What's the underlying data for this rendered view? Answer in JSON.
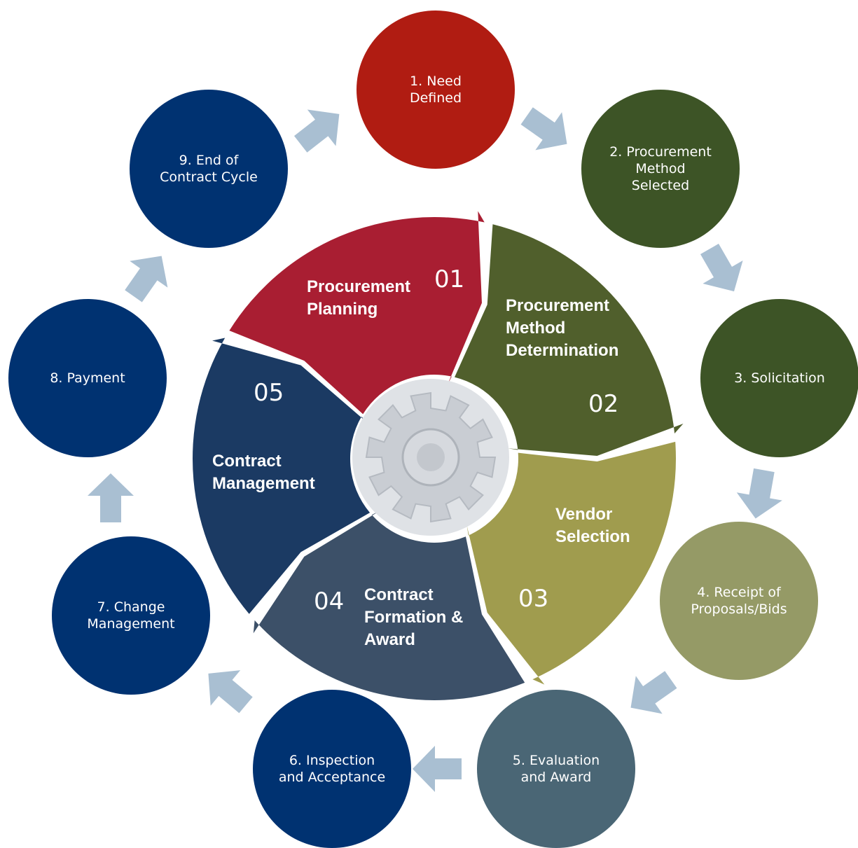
{
  "colors": {
    "red": "#b01c12",
    "dark_green": "#3d5426",
    "olive": "#959a66",
    "slate": "#4a6675",
    "navy": "#003271",
    "arrow": "#a9bfd2",
    "seg_red": "#a91e32",
    "seg_green": "#505f2c",
    "seg_olive": "#a09c4e",
    "seg_slate": "#3c5068",
    "seg_navy": "#1b3a63",
    "gear": "#c9cdd3"
  },
  "steps": [
    {
      "id": "step-1",
      "label": "1. Need\nDefined",
      "color": "red"
    },
    {
      "id": "step-2",
      "label": "2. Procurement\nMethod\nSelected",
      "color": "dark_green"
    },
    {
      "id": "step-3",
      "label": "3. Solicitation",
      "color": "dark_green"
    },
    {
      "id": "step-4",
      "label": "4. Receipt of\nProposals/Bids",
      "color": "olive"
    },
    {
      "id": "step-5",
      "label": "5. Evaluation\nand Award",
      "color": "slate"
    },
    {
      "id": "step-6",
      "label": "6. Inspection\nand Acceptance",
      "color": "navy"
    },
    {
      "id": "step-7",
      "label": "7. Change\nManagement",
      "color": "navy"
    },
    {
      "id": "step-8",
      "label": "8. Payment",
      "color": "navy"
    },
    {
      "id": "step-9",
      "label": "9. End of\nContract Cycle",
      "color": "navy"
    }
  ],
  "phases": [
    {
      "num": "01",
      "lines": [
        "Procurement",
        "Planning"
      ]
    },
    {
      "num": "02",
      "lines": [
        "Procurement",
        "Method",
        "Determination"
      ]
    },
    {
      "num": "03",
      "lines": [
        "Vendor",
        "Selection"
      ]
    },
    {
      "num": "04",
      "lines": [
        "Contract",
        "Formation &",
        "Award"
      ]
    },
    {
      "num": "05",
      "lines": [
        "Contract",
        "Management"
      ]
    }
  ],
  "center_icon": "gear-icon",
  "connector_icon": "arrow-icon"
}
